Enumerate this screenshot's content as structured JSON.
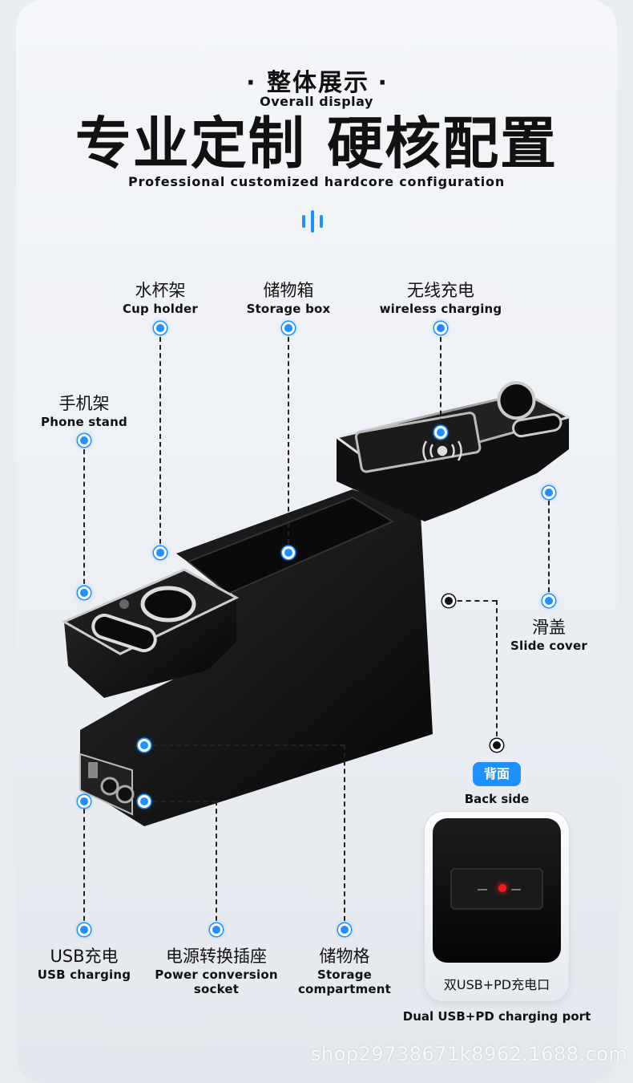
{
  "header": {
    "section_cn": "整体展示",
    "section_en": "Overall display",
    "title_cn": "专业定制 硬核配置",
    "title_en": "Professional customized hardcore configuration"
  },
  "callouts": {
    "cup_holder": {
      "cn": "水杯架",
      "en": "Cup holder"
    },
    "storage_box": {
      "cn": "储物箱",
      "en": "Storage box"
    },
    "wireless": {
      "cn": "无线充电",
      "en": "wireless charging"
    },
    "phone_stand": {
      "cn": "手机架",
      "en": "Phone stand"
    },
    "slide_cover": {
      "cn": "滑盖",
      "en": "Slide cover"
    },
    "usb": {
      "cn": "USB充电",
      "en": "USB charging"
    },
    "power": {
      "cn": "电源转换插座",
      "en_line1": "Power conversion",
      "en_line2": "socket"
    },
    "storage_comp": {
      "cn": "储物格",
      "en_line1": "Storage",
      "en_line2": "compartment"
    }
  },
  "back": {
    "badge": "背面",
    "label": "Back side",
    "port_cn": "双USB+PD充电口",
    "port_en": "Dual USB+PD charging port"
  },
  "watermark": "shop29738671k8962.1688.com",
  "colors": {
    "accent": "#1e90ff",
    "product": "#111111"
  }
}
